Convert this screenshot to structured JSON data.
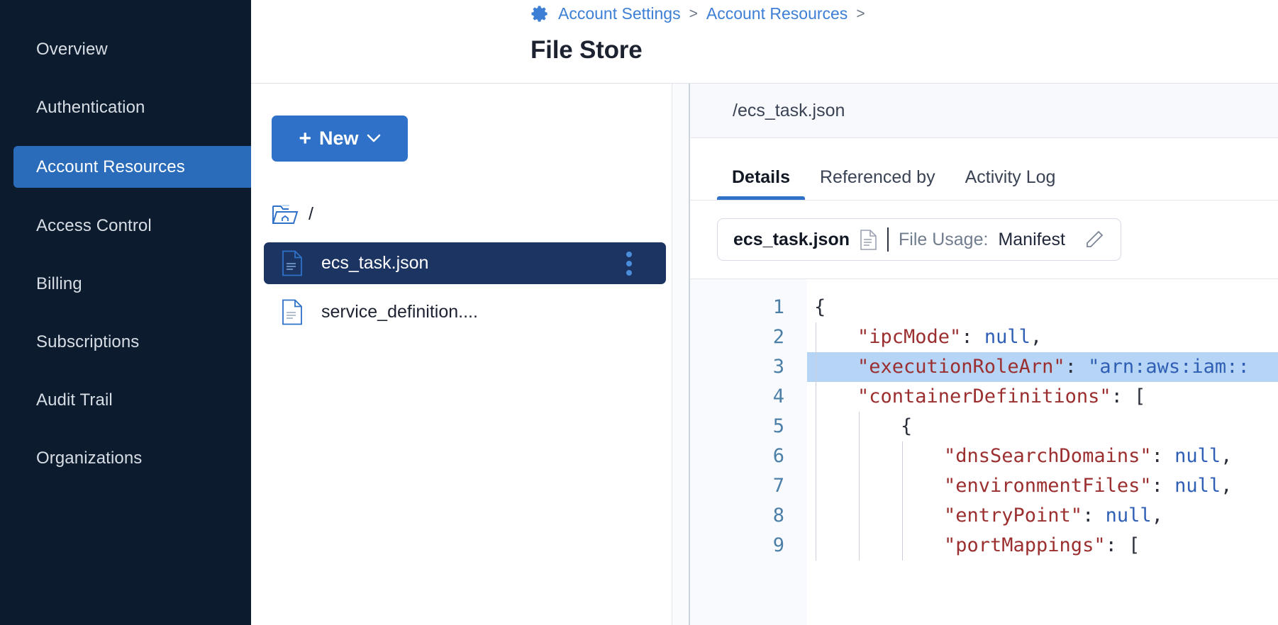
{
  "sidebar": {
    "items": [
      {
        "label": "Overview",
        "active": false
      },
      {
        "label": "Authentication",
        "active": false
      },
      {
        "label": "Account Resources",
        "active": true
      },
      {
        "label": "Access Control",
        "active": false
      },
      {
        "label": "Billing",
        "active": false
      },
      {
        "label": "Subscriptions",
        "active": false
      },
      {
        "label": "Audit Trail",
        "active": false
      },
      {
        "label": "Organizations",
        "active": false
      }
    ]
  },
  "header": {
    "gear_icon": "gear-icon",
    "breadcrumb": [
      {
        "label": "Account Settings",
        "sep": ">"
      },
      {
        "label": "Account Resources",
        "sep": ">"
      }
    ],
    "title": "File Store"
  },
  "browser": {
    "new_button": {
      "label": "New",
      "plus": "+",
      "chevron_icon": "chevron-down-icon"
    },
    "root": {
      "icon": "folder-home-icon",
      "label": "/"
    },
    "files": [
      {
        "name": "ecs_task.json",
        "icon": "file-json-icon",
        "selected": true,
        "menu_icon": "kebab-menu-icon"
      },
      {
        "name": "service_definition....",
        "icon": "file-json-icon",
        "selected": false
      }
    ]
  },
  "detail": {
    "path": "/ecs_task.json",
    "tabs": [
      {
        "label": "Details",
        "active": true
      },
      {
        "label": "Referenced by",
        "active": false
      },
      {
        "label": "Activity Log",
        "active": false
      }
    ],
    "usage_card": {
      "file_name": "ecs_task.json",
      "doc_icon": "document-icon",
      "usage_label": "File Usage:",
      "usage_value": "Manifest",
      "edit_icon": "pencil-edit-icon"
    }
  },
  "editor": {
    "line_numbers": [
      "1",
      "2",
      "3",
      "4",
      "5",
      "6",
      "7",
      "8",
      "9"
    ],
    "lines": [
      {
        "n": 1,
        "indent": 0,
        "highlight": false,
        "tokens": [
          {
            "t": "{",
            "c": "p"
          }
        ]
      },
      {
        "n": 2,
        "indent": 1,
        "highlight": false,
        "tokens": [
          {
            "t": "\"ipcMode\"",
            "c": "k"
          },
          {
            "t": ": ",
            "c": "p"
          },
          {
            "t": "null",
            "c": "v"
          },
          {
            "t": ",",
            "c": "p"
          }
        ]
      },
      {
        "n": 3,
        "indent": 1,
        "highlight": true,
        "tokens": [
          {
            "t": "\"executionRoleArn\"",
            "c": "k"
          },
          {
            "t": ": ",
            "c": "p"
          },
          {
            "t": "\"arn:aws:iam::",
            "c": "v"
          }
        ]
      },
      {
        "n": 4,
        "indent": 1,
        "highlight": false,
        "tokens": [
          {
            "t": "\"containerDefinitions\"",
            "c": "k"
          },
          {
            "t": ": [",
            "c": "p"
          }
        ]
      },
      {
        "n": 5,
        "indent": 2,
        "highlight": false,
        "tokens": [
          {
            "t": "{",
            "c": "p"
          }
        ]
      },
      {
        "n": 6,
        "indent": 3,
        "highlight": false,
        "tokens": [
          {
            "t": "\"dnsSearchDomains\"",
            "c": "k"
          },
          {
            "t": ": ",
            "c": "p"
          },
          {
            "t": "null",
            "c": "v"
          },
          {
            "t": ",",
            "c": "p"
          }
        ]
      },
      {
        "n": 7,
        "indent": 3,
        "highlight": false,
        "tokens": [
          {
            "t": "\"environmentFiles\"",
            "c": "k"
          },
          {
            "t": ": ",
            "c": "p"
          },
          {
            "t": "null",
            "c": "v"
          },
          {
            "t": ",",
            "c": "p"
          }
        ]
      },
      {
        "n": 8,
        "indent": 3,
        "highlight": false,
        "tokens": [
          {
            "t": "\"entryPoint\"",
            "c": "k"
          },
          {
            "t": ": ",
            "c": "p"
          },
          {
            "t": "null",
            "c": "v"
          },
          {
            "t": ",",
            "c": "p"
          }
        ]
      },
      {
        "n": 9,
        "indent": 3,
        "highlight": false,
        "tokens": [
          {
            "t": "\"portMappings\"",
            "c": "k"
          },
          {
            "t": ": [",
            "c": "p"
          }
        ]
      }
    ]
  },
  "colors": {
    "sidebar_bg": "#0d1b2e",
    "accent_blue": "#2f71c9",
    "selected_row": "#1b3462",
    "link_blue": "#3d7fd4",
    "code_key": "#9b2f2f",
    "code_value": "#2f5fb5",
    "highlight_line": "#b6d4f5"
  }
}
